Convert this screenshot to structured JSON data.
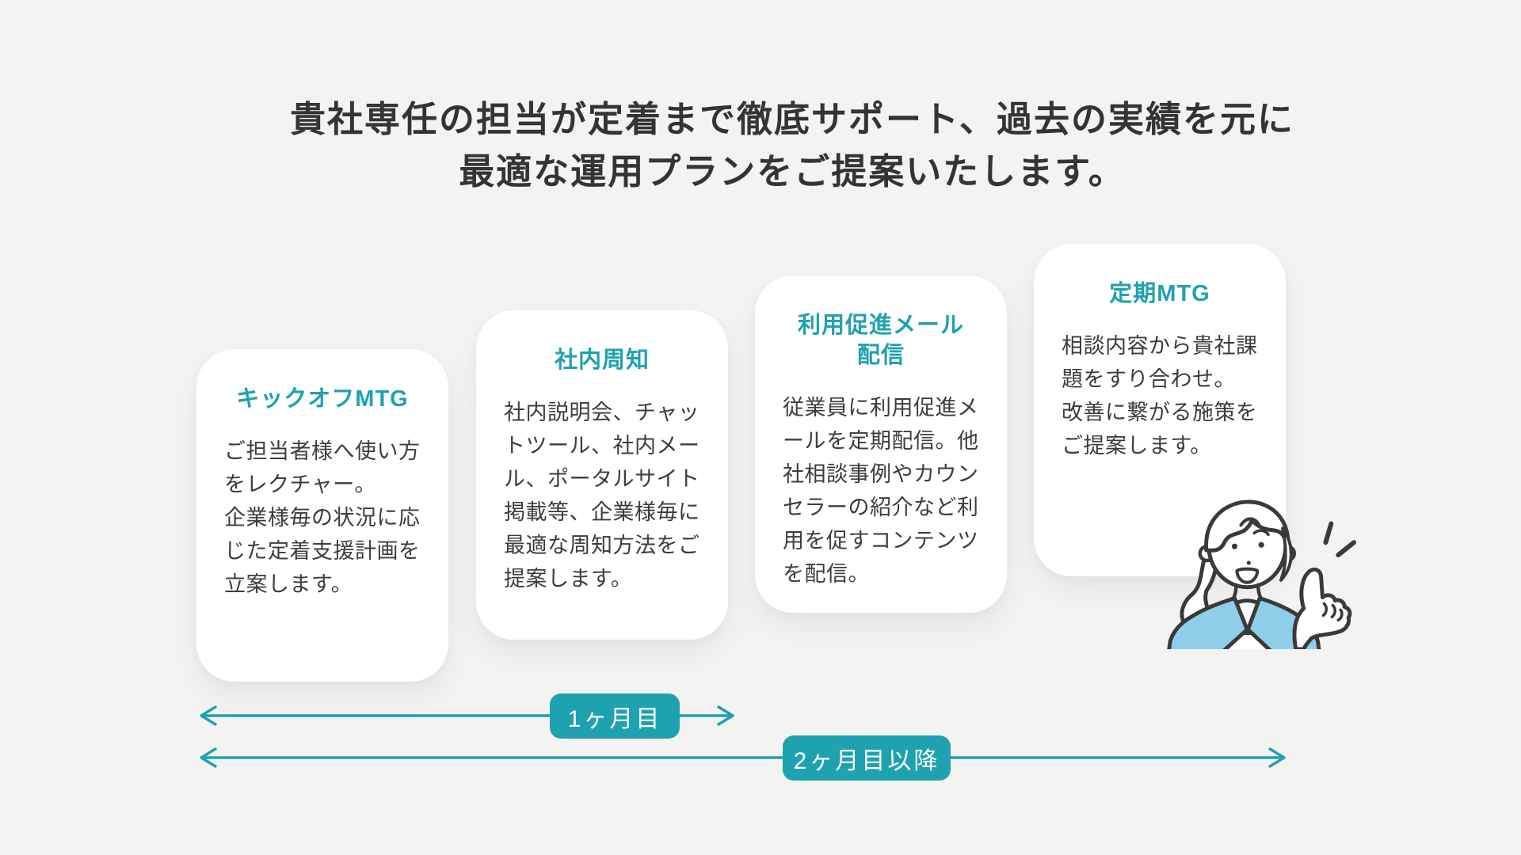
{
  "colors": {
    "bg": "#F3F4F2",
    "accent": "#1FA2AF",
    "ink": "#3A3A3A",
    "card_bg": "#FFFFFF",
    "jacket_blue": "#8FCEE9"
  },
  "title": {
    "line1": "貴社専任の担当が定着まで徹底サポート、過去の実績を元に",
    "line2": "最適な運用プランをご提案いたします。"
  },
  "cards": [
    {
      "title": "キックオフMTG",
      "body": "ご担当者様へ使い方をレクチャー。\n企業様毎の状況に応じた定着支援計画を立案します。"
    },
    {
      "title": "社内周知",
      "body": "社内説明会、チャットツール、社内メール、ポータルサイト掲載等、企業様毎に最適な周知方法をご提案します。"
    },
    {
      "title": "利用促進メール\n配信",
      "body": "従業員に利用促進メールを定期配信。他社相談事例やカウンセラーの紹介など利用を促すコンテンツを配信。"
    },
    {
      "title": "定期MTG",
      "body": "相談内容から貴社課題をすり合わせ。\n改善に繋がる施策をご提案します。"
    }
  ],
  "timeline": {
    "labels": [
      {
        "label": "1ヶ月目"
      },
      {
        "label": "2ヶ月目以降"
      }
    ]
  },
  "illustration": {
    "name": "woman-pointing-up-illustration"
  }
}
